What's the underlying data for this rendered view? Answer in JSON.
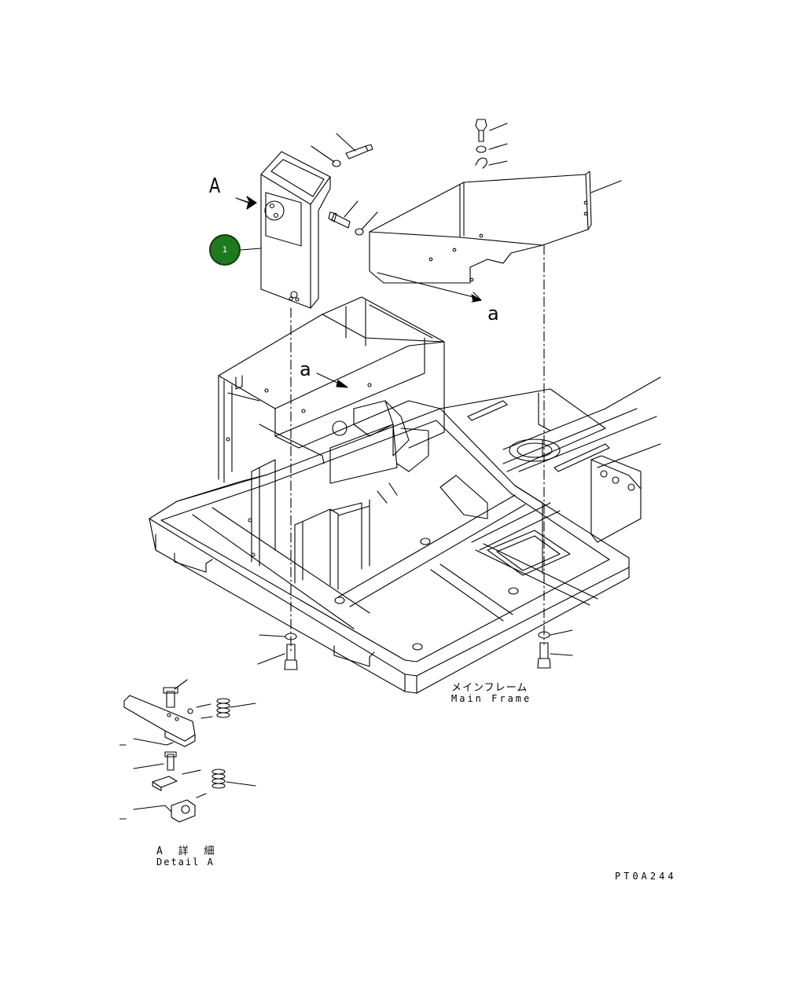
{
  "drawing": {
    "callout_number": "1",
    "view_label": "A",
    "arrow_label_upper": "a",
    "arrow_label_lower": "a",
    "main_frame_jp": "メインフレーム",
    "main_frame_en": "Main Frame",
    "detail_jp": "A 詳 細",
    "detail_en": "Detail A",
    "drawing_code": "PT0A244",
    "dash_mark_1": "–",
    "dash_mark_2": "–"
  },
  "colors": {
    "line": "#000000",
    "callout_fill": "#1f7a1f"
  }
}
